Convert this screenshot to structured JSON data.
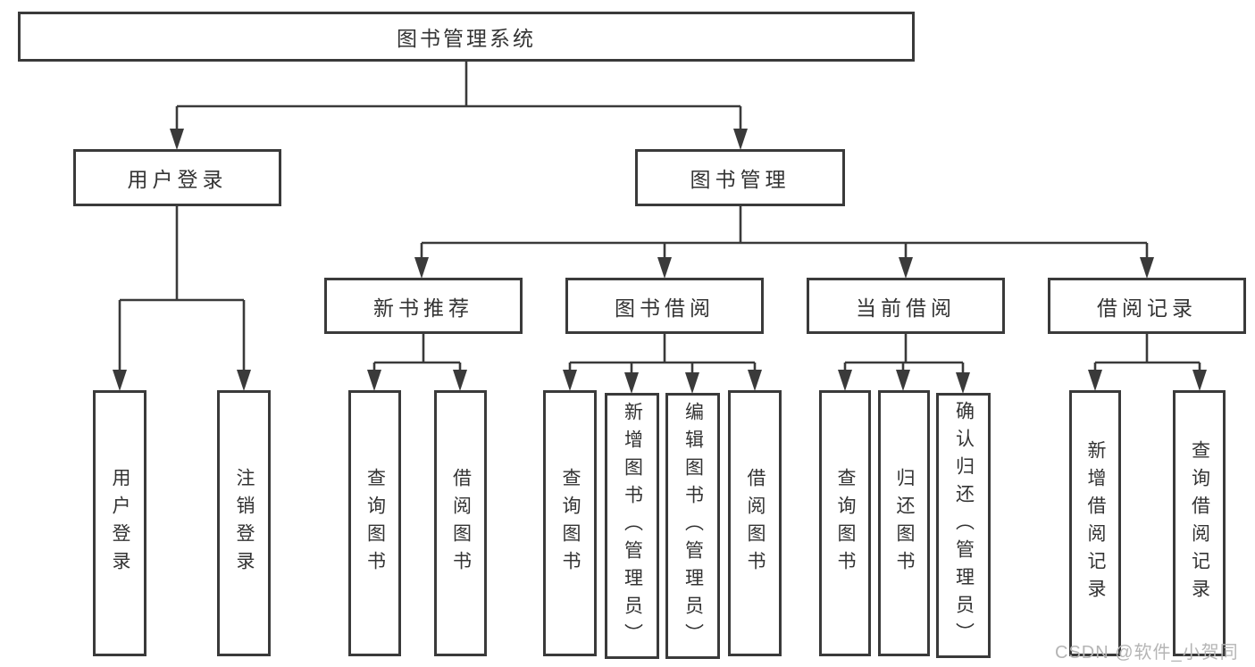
{
  "nodes": {
    "root": "图书管理系统",
    "user_login": "用户登录",
    "book_management": "图书管理",
    "new_book_recommend": "新书推荐",
    "book_borrowing": "图书借阅",
    "current_borrowing": "当前借阅",
    "borrowing_records": "借阅记录",
    "leaf_user_login": "用户登录",
    "leaf_logout": "注销登录",
    "leaf_nb_query_books": "查询图书",
    "leaf_nb_borrow_books": "借阅图书",
    "leaf_bb_query_books": "查询图书",
    "leaf_bb_add_books": "新增图书（管理员）",
    "leaf_bb_edit_books": "编辑图书（管理员）",
    "leaf_bb_borrow_books": "借阅图书",
    "leaf_cb_query_books": "查询图书",
    "leaf_cb_return_books": "归还图书",
    "leaf_cb_confirm_return": "确认归还（管理员）",
    "leaf_br_add_record": "新增借阅记录",
    "leaf_br_query_record": "查询借阅记录"
  },
  "watermark": "CSDN @软件_小贺同学",
  "colors": {
    "line": "#3a3a3a",
    "box_border": "#3a3a3a",
    "text": "#333333",
    "watermark": "#b5b5b5",
    "background": "#ffffff"
  }
}
